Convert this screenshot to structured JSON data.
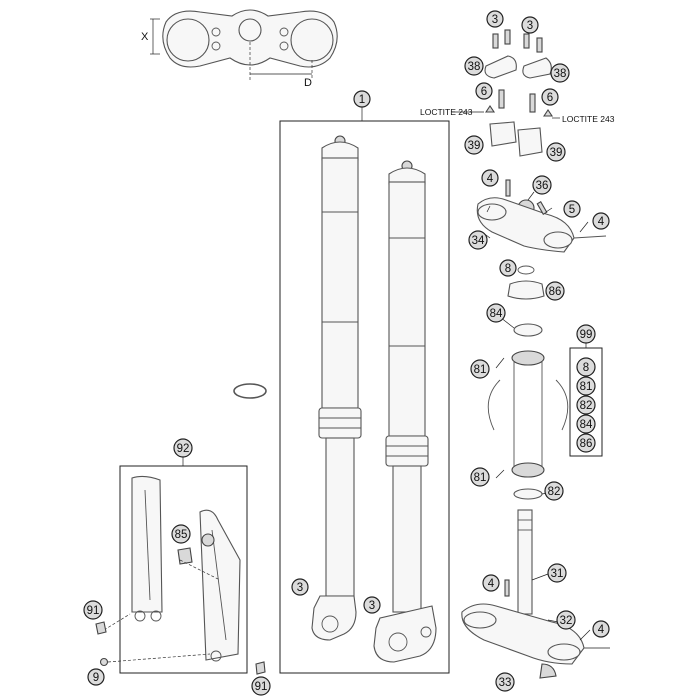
{
  "dimension_labels": {
    "x": "X",
    "d": "D"
  },
  "notes": {
    "loctite_left": "LOCTITE 243",
    "loctite_right": "LOCTITE 243"
  },
  "callouts": {
    "fork_assembly": "1",
    "screw_top_left": "3",
    "screw_top_right": "3",
    "clamp_left": "38",
    "clamp_right": "38",
    "screw6_left": "6",
    "screw6_right": "6",
    "bar_mount_left": "39",
    "bar_mount_right": "39",
    "screw4_upper": "4",
    "nut36": "36",
    "screw5": "5",
    "screw4_side_upper": "4",
    "upper_triple_clamp": "34",
    "washer8": "8",
    "cover86": "86",
    "seal84": "84",
    "bearing81_upper": "81",
    "bearing81_lower": "81",
    "ring82": "82",
    "stem31": "31",
    "screw4_lower": "4",
    "nut32": "32",
    "screw4_side_lower": "4",
    "nut33": "33",
    "screw3_fork_left": "3",
    "screw3_fork_right": "3",
    "guard_kit": "92",
    "bolt85": "85",
    "screw91_left": "91",
    "screw91_bottom": "91",
    "screw9": "9"
  },
  "kit_list": {
    "header": "99",
    "items": [
      "8",
      "81",
      "82",
      "84",
      "86"
    ]
  }
}
